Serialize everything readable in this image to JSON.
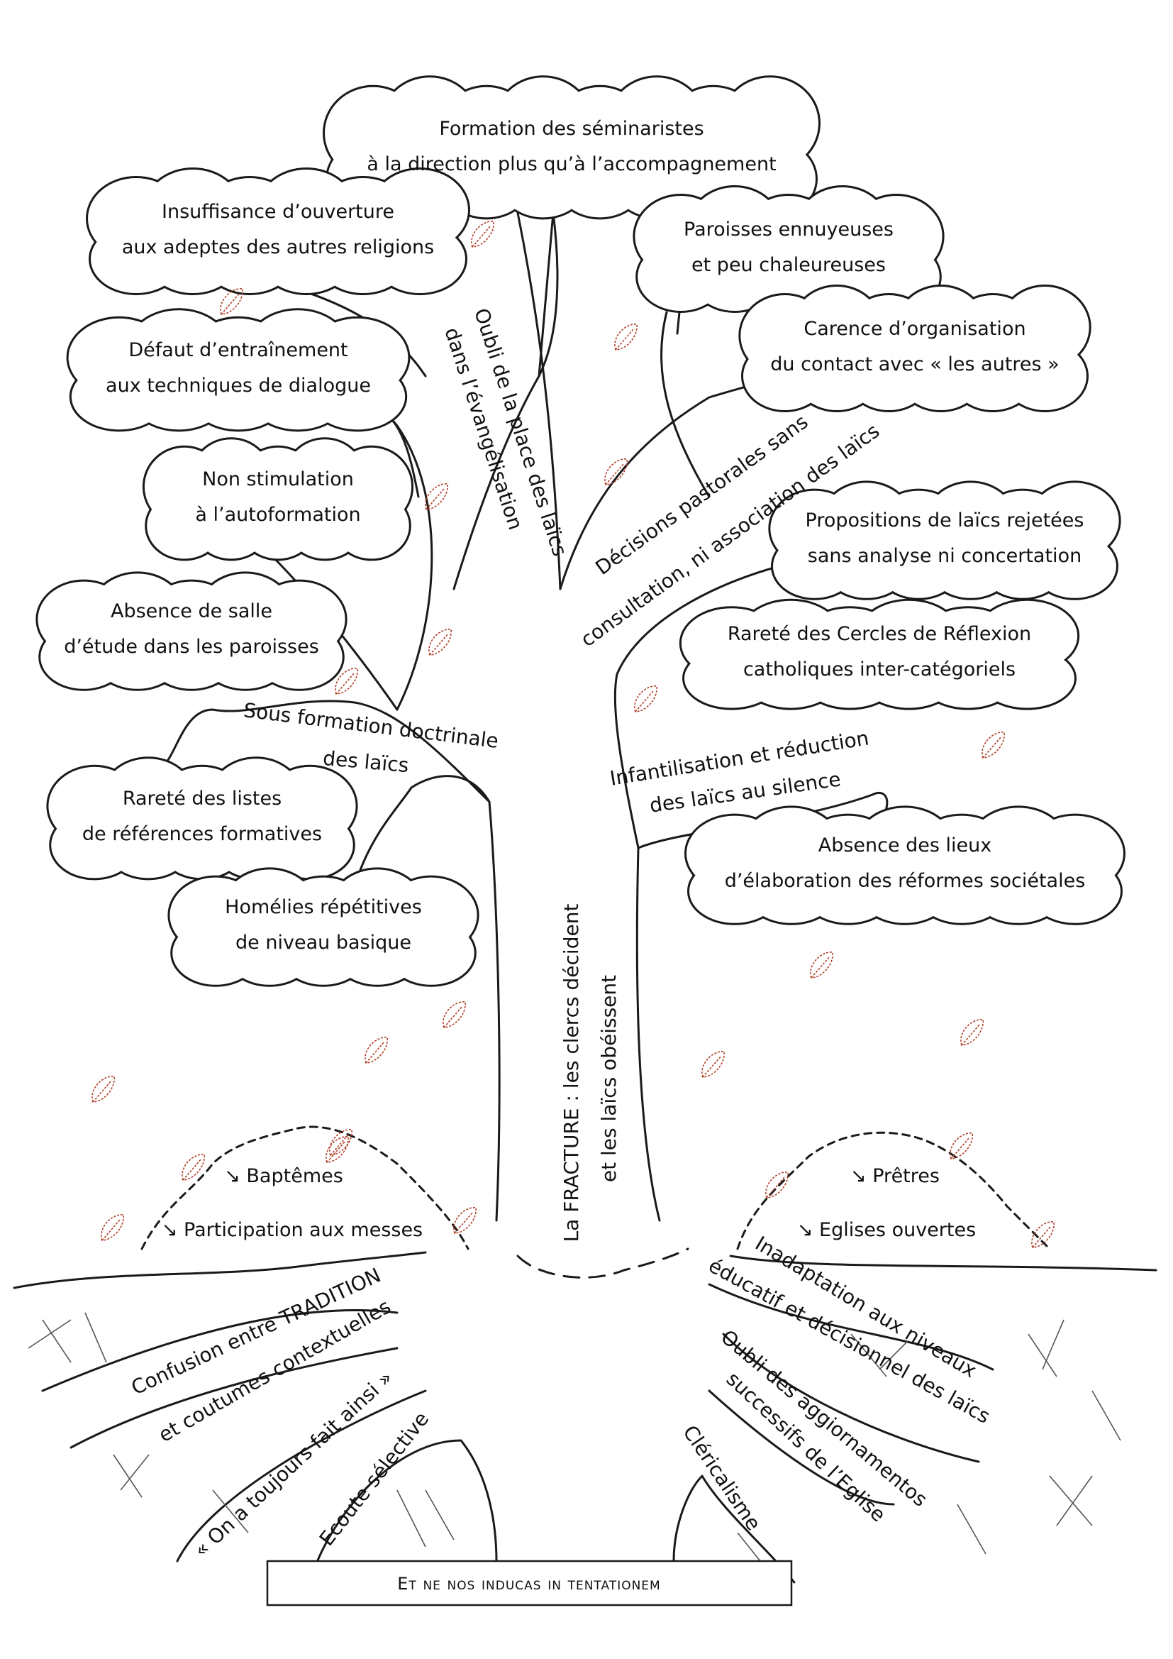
{
  "clouds": [
    {
      "lines": [
        "Formation des séminaristes",
        "à la direction plus qu’à l’accompagnement"
      ]
    },
    {
      "lines": [
        "Insuffisance d’ouverture",
        "aux adeptes des autres religions"
      ]
    },
    {
      "lines": [
        "Paroisses ennuyeuses",
        "et peu chaleureuses"
      ]
    },
    {
      "lines": [
        "Carence d’organisation",
        "du contact avec « les autres »"
      ]
    },
    {
      "lines": [
        "Défaut d’entraînement",
        "aux techniques de dialogue"
      ]
    },
    {
      "lines": [
        "Non stimulation",
        "à l’autoformation"
      ]
    },
    {
      "lines": [
        "Propositions de laïcs rejetées",
        "sans analyse ni concertation"
      ]
    },
    {
      "lines": [
        "Absence de salle",
        "d’étude dans les paroisses"
      ]
    },
    {
      "lines": [
        "Rareté des Cercles de Réflexion",
        "catholiques inter-catégoriels"
      ]
    },
    {
      "lines": [
        "Rareté des listes",
        "de références formatives"
      ]
    },
    {
      "lines": [
        "Absence des lieux",
        "d’élaboration des réformes sociétales"
      ]
    },
    {
      "lines": [
        "Homélies répétitives",
        "de niveau basique"
      ]
    }
  ],
  "branches": {
    "oubli_place": [
      "Oubli de la place des laïcs",
      "dans l’évangélisation"
    ],
    "decisions": [
      "Décisions pastorales sans",
      "consultation, ni association des laïcs"
    ],
    "sous_formation": [
      "Sous formation doctrinale",
      "des laïcs"
    ],
    "infantilisation": [
      "Infantilisation et réduction",
      "des laïcs au silence"
    ]
  },
  "trunk": [
    "La FRACTURE : les clercs décident",
    "et les laïcs obéissent"
  ],
  "piles": {
    "left": [
      "↘ Baptêmes",
      "↘ Participation aux messes"
    ],
    "right": [
      "↘ Prêtres",
      "↘ Eglises ouvertes"
    ]
  },
  "roots": {
    "left": [
      "Confusion entre TRADITION",
      "et coutumes contextuelles",
      "« On a toujours fait ainsi »",
      "Ecoute sélective"
    ],
    "right": [
      "Inadaptation aux niveaux",
      "éducatif et décisionnel des laïcs",
      "Oubli des aggiornamentos",
      "successifs de l’Eglise",
      "Cléricalisme"
    ]
  },
  "footer": "Et ne nos inducas in tentationem",
  "colors": {
    "ink": "#1a1a1a",
    "leaves": "#b0402a"
  }
}
